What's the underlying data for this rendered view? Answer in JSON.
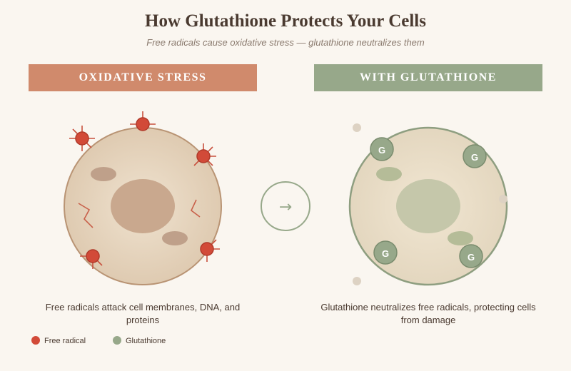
{
  "header": {
    "title": "How Glutathione Protects Your Cells",
    "subtitle": "Free radicals cause oxidative stress — glutathione neutralizes them"
  },
  "panels": {
    "left": {
      "banner": "OXIDATIVE STRESS",
      "caption": "Free radicals attack cell membranes, DNA, and proteins"
    },
    "right": {
      "banner": "WITH GLUTATHIONE",
      "caption": "Glutathione neutralizes free radicals, protecting cells from damage",
      "molecule_label": "G"
    }
  },
  "arrow": {
    "glyph": "→"
  },
  "legend": {
    "free_radical": "Free radical",
    "glutathione": "Glutathione"
  },
  "colors": {
    "free_radical": "#d24a38",
    "glutathione": "#97a88a",
    "oxidative_banner": "#d08a6c",
    "glutathione_banner": "#97a88a"
  }
}
